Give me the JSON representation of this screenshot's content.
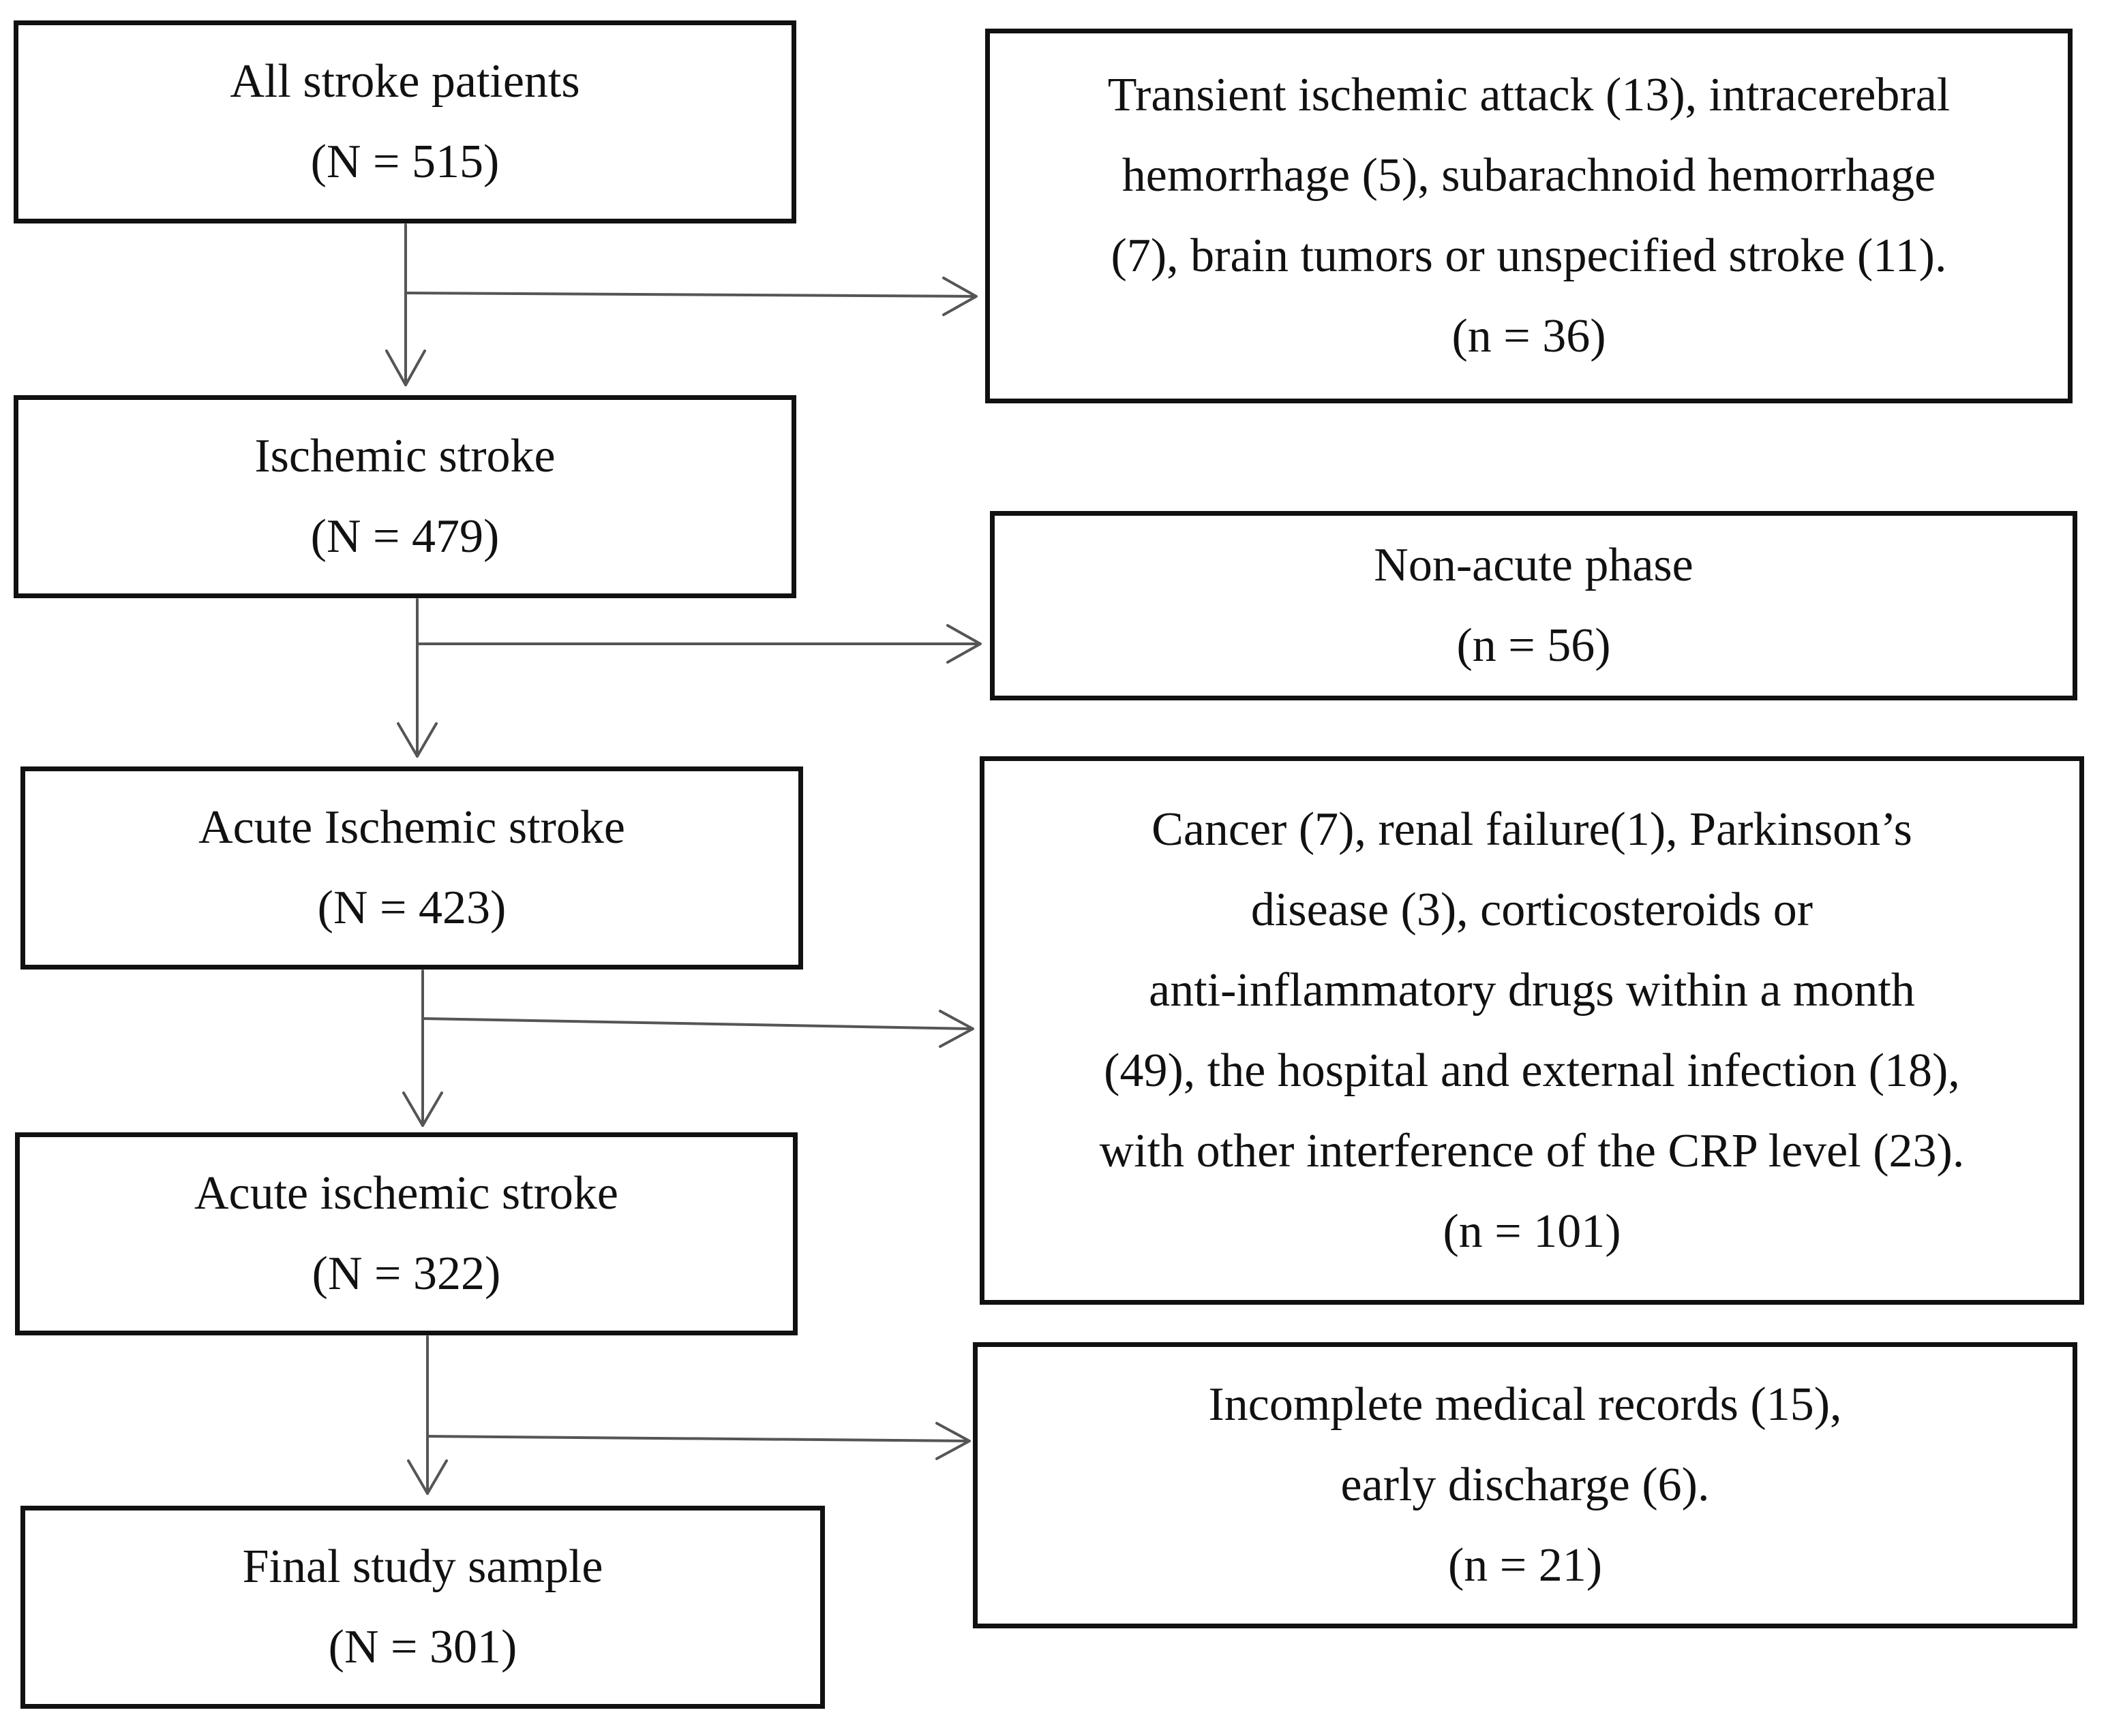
{
  "flowchart": {
    "main": [
      {
        "title": "All stroke patients",
        "count": "(N = 515)"
      },
      {
        "title": "Ischemic stroke",
        "count": "(N = 479)"
      },
      {
        "title": "Acute Ischemic stroke",
        "count": "(N = 423)"
      },
      {
        "title": "Acute ischemic stroke",
        "count": "(N = 322)"
      },
      {
        "title": "Final study sample",
        "count": "(N = 301)"
      }
    ],
    "exclusions": [
      {
        "lines": [
          "Transient ischemic attack (13), intracerebral",
          "hemorrhage (5), subarachnoid hemorrhage",
          "(7), brain tumors or unspecified stroke (11)."
        ],
        "count": "(n = 36)"
      },
      {
        "lines": [
          "Non-acute phase"
        ],
        "count": "(n = 56)"
      },
      {
        "lines": [
          "Cancer (7), renal failure(1), Parkinson’s",
          "disease (3), corticosteroids or",
          "anti-inflammatory drugs within a month",
          "(49), the hospital and external infection (18),",
          "with other interference of the CRP level (23)."
        ],
        "count": "(n = 101)"
      },
      {
        "lines": [
          "Incomplete medical records (15),",
          "early discharge (6)."
        ],
        "count": "(n = 21)"
      }
    ]
  }
}
